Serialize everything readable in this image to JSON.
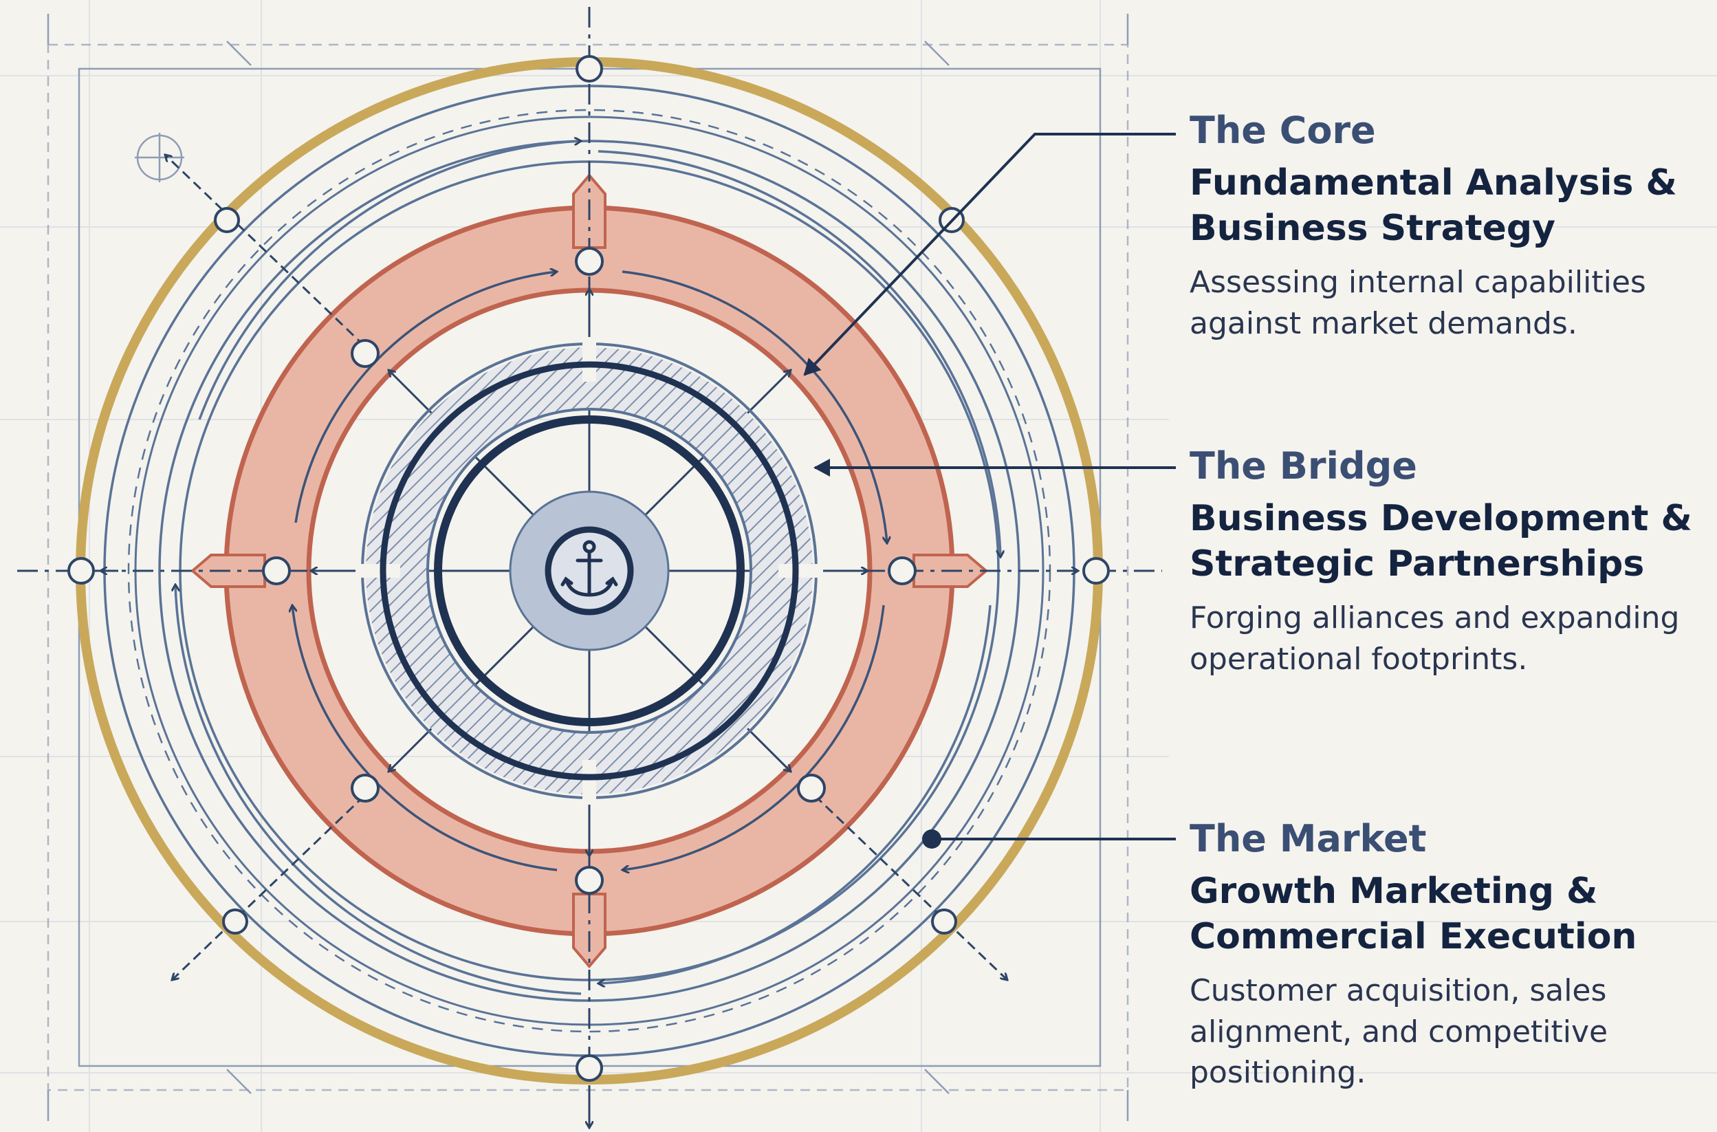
{
  "tiers": [
    {
      "title": "The Core",
      "heading_line1": "Fundamental Analysis &",
      "heading_line2": "Business Strategy",
      "desc_line1": "Assessing internal capabilities",
      "desc_line2": "against market demands."
    },
    {
      "title": "The Bridge",
      "heading_line1": "Business Development &",
      "heading_line2": "Strategic Partnerships",
      "desc_line1": "Forging alliances and expanding",
      "desc_line2": "operational footprints."
    },
    {
      "title": "The Market",
      "heading_line1": "Growth Marketing &",
      "heading_line2": "Commercial Execution",
      "desc_line1": "Customer acquisition, sales",
      "desc_line2": "alignment, and competitive",
      "desc_line3": "positioning."
    }
  ],
  "center_icon": "anchor-icon",
  "colors": {
    "navy": "#1f3252",
    "steel_blue": "#5a7396",
    "terracotta": "#c0644f",
    "gold": "#c9a85a",
    "background": "#f4f3ee"
  }
}
